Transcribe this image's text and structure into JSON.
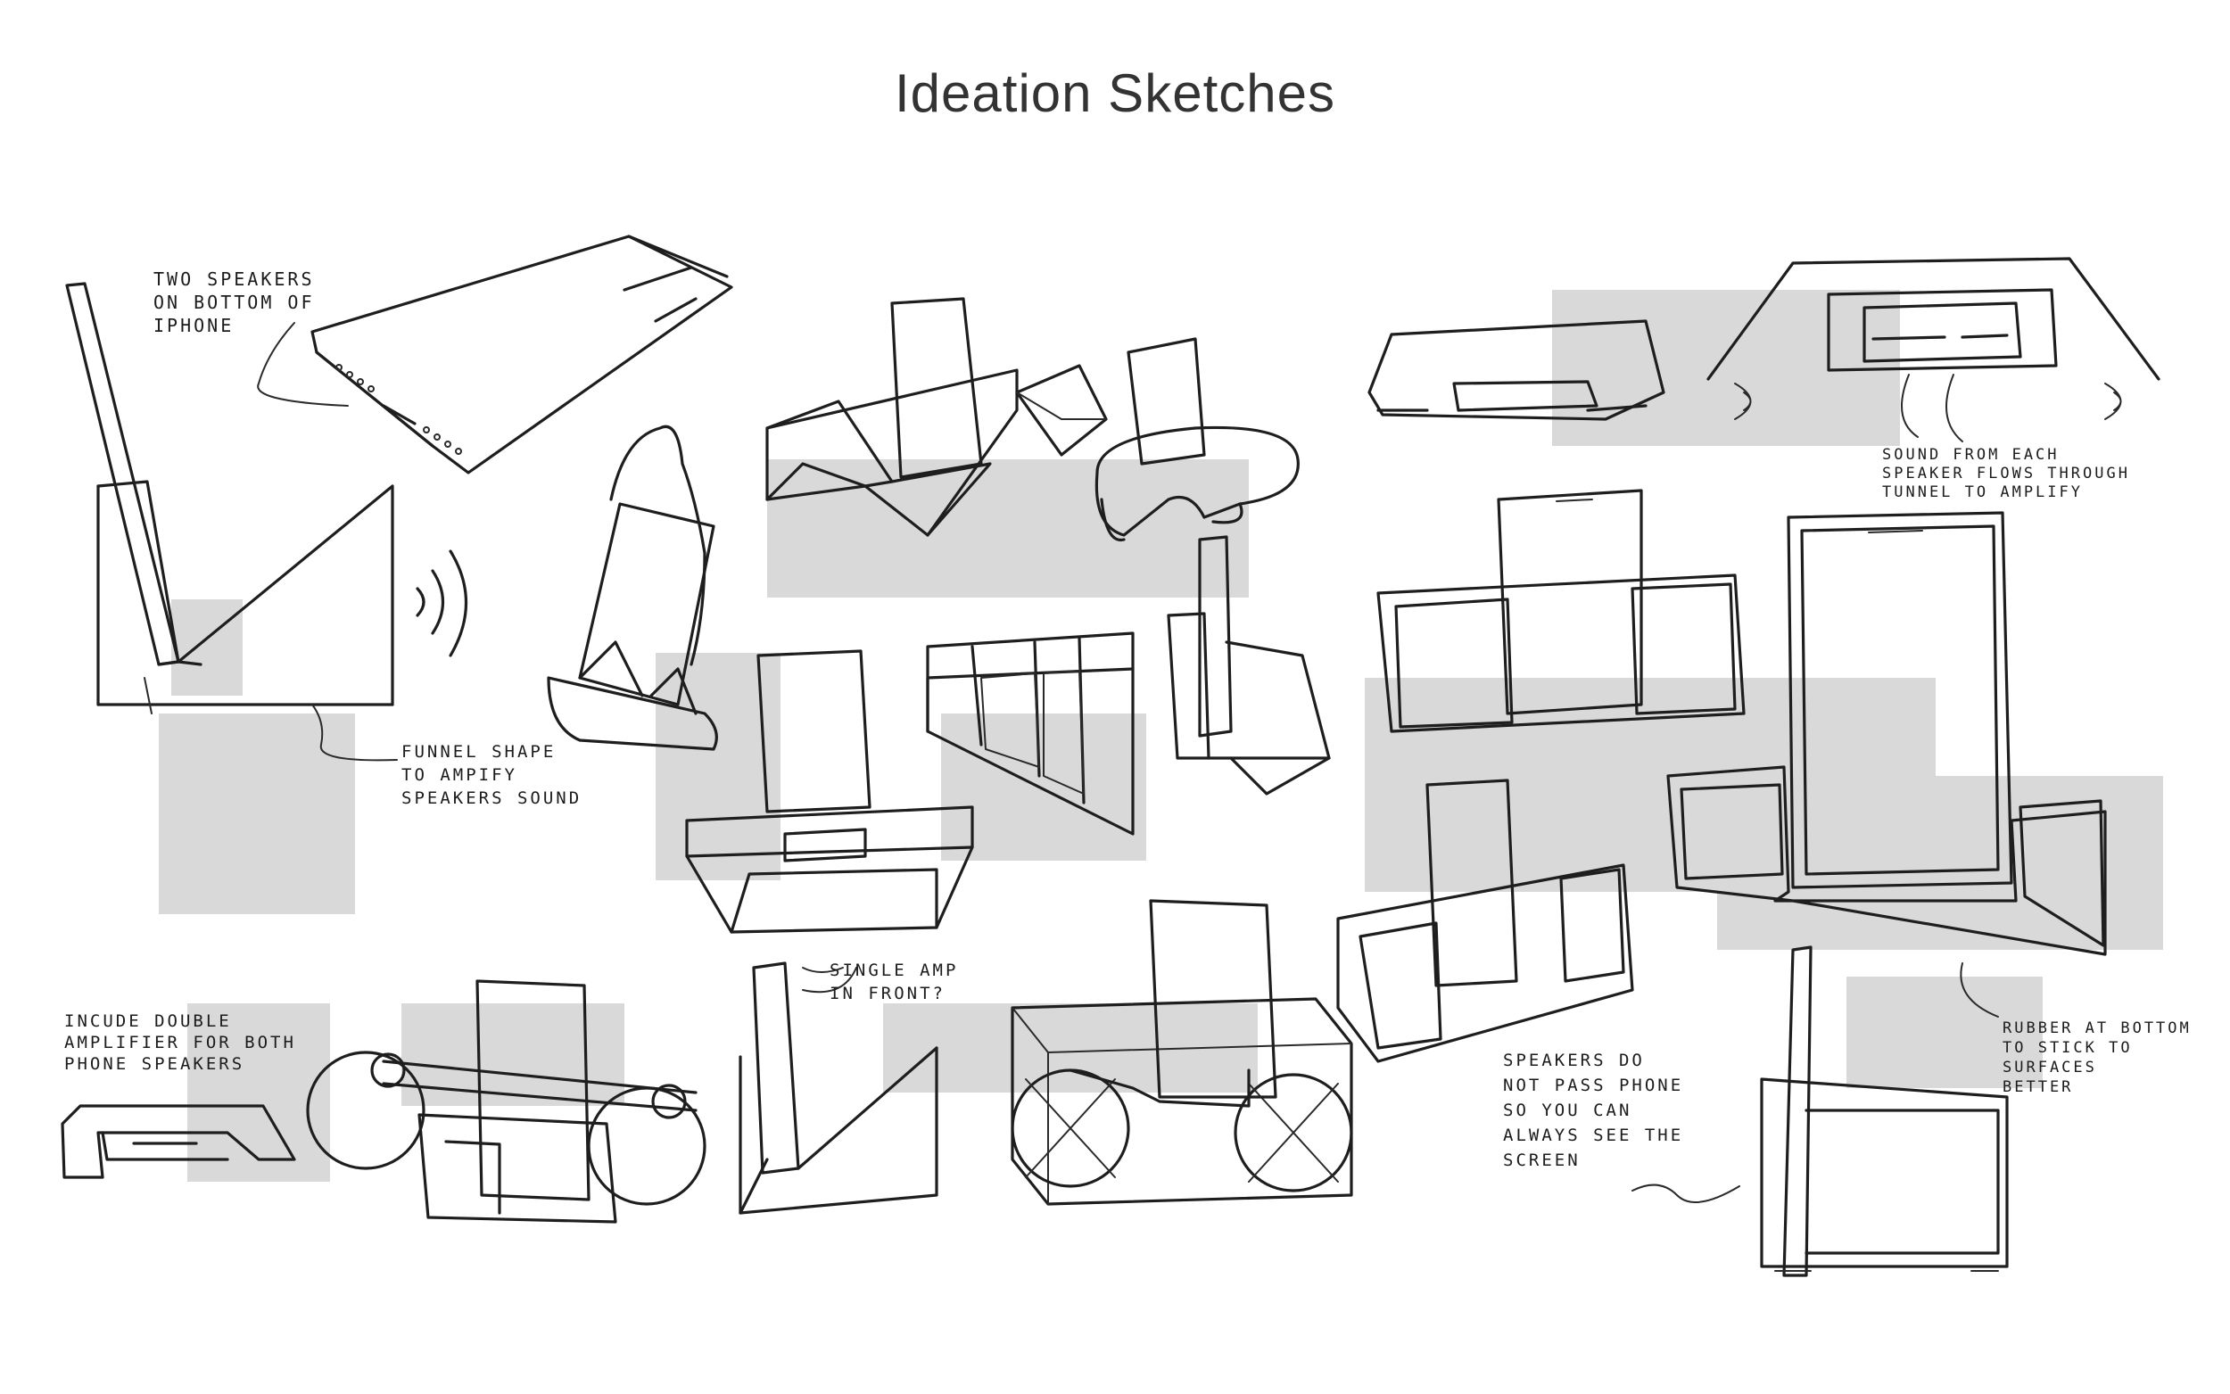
{
  "title": "Ideation Sketches",
  "colors": {
    "background": "#ffffff",
    "shading": "#d9d9d9",
    "ink": "#1e1e1e",
    "title": "#333333"
  },
  "annotations": {
    "two_speakers": "Two speakers\non bottom of\niPhone",
    "funnel_shape": "Funnel shape\nto ampify\nspeakers sound",
    "sound_from_each": "Sound from each\nspeaker flows through\ntunnel to amplify",
    "include_double": "Incude double\namplifier for both\nphone speakers",
    "single_amp": "Single amp\nin front?",
    "speakers_do_not": "Speakers do\nnot pass phone\nso you can\nalways see the\nscreen",
    "rubber_at_bottom": "Rubber at bottom\nto stick to surfaces\nbetter"
  }
}
